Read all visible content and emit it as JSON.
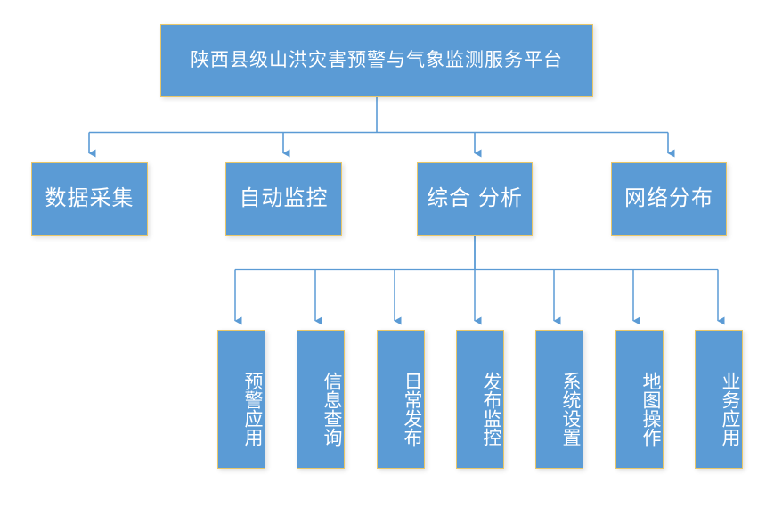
{
  "diagram": {
    "type": "org-chart",
    "title": "陕西县级山洪灾害预警与气象监测服务平台",
    "colors": {
      "node_fill": "#5B9BD5",
      "node_border": "#E8C76A",
      "connector": "#5B9BD5",
      "text": "#FFFFFF",
      "background": "#FFFFFF"
    },
    "root": {
      "label": "陕西县级山洪灾害预警与气象监测服务平台"
    },
    "level2": [
      {
        "label": "数据采集"
      },
      {
        "label": "自动监控"
      },
      {
        "label": "综合 分析"
      },
      {
        "label": "网络分布"
      }
    ],
    "level3_parent": "综合 分析",
    "level3": [
      {
        "label": "预警应用"
      },
      {
        "label": "信息查询"
      },
      {
        "label": "日常发布"
      },
      {
        "label": "发布监控"
      },
      {
        "label": "系统设置"
      },
      {
        "label": "地图操作"
      },
      {
        "label": "业务应用"
      }
    ]
  }
}
